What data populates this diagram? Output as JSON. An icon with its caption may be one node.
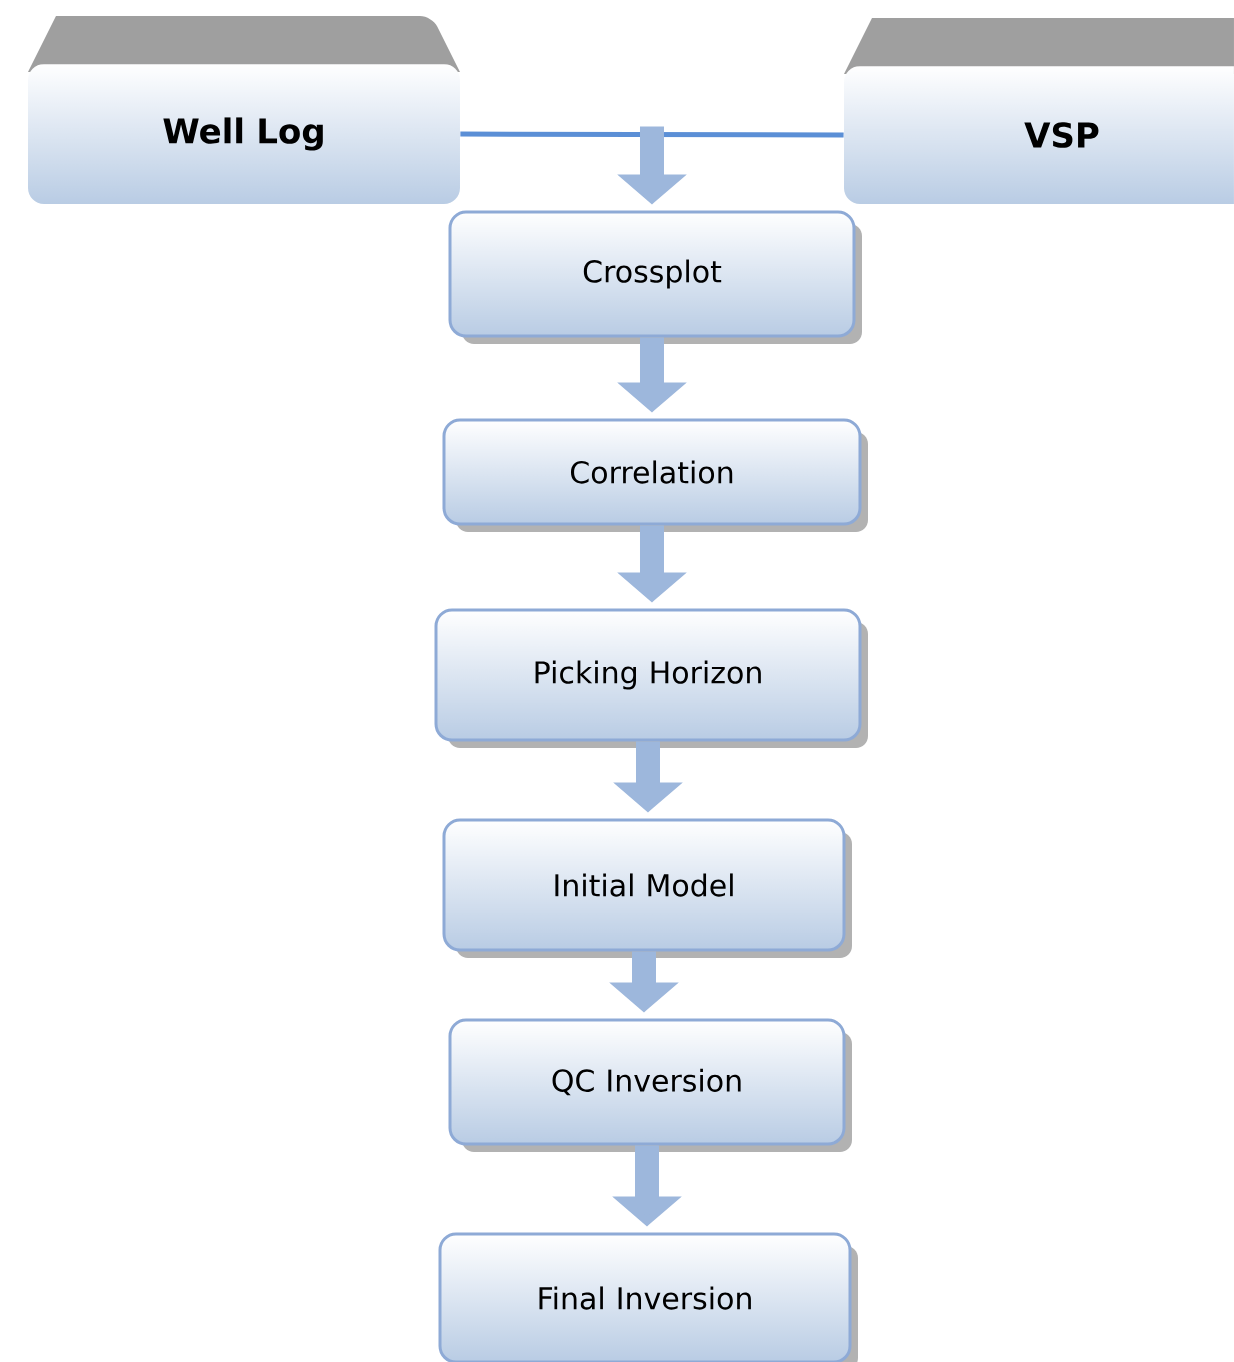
{
  "diagram": {
    "nodes": [
      {
        "text": [
          "Well Log"
        ]
      },
      {
        "text": [
          "VSP"
        ]
      },
      {
        "text": [
          "Crossplot"
        ]
      },
      {
        "text": [
          "Correlation"
        ]
      },
      {
        "text": [
          "Picking Horizon"
        ]
      },
      {
        "text": [
          "Initial Model"
        ]
      },
      {
        "text": [
          "QC Inversion"
        ]
      },
      {
        "text": [
          "Final Inversion"
        ]
      }
    ],
    "edges": [
      {
        "from": 0,
        "to": 1,
        "arrow": "none",
        "color": "#5b8fd6"
      },
      {
        "from": null,
        "to": 2,
        "arrow": "to"
      },
      {
        "from": 2,
        "to": 3,
        "arrow": "to"
      },
      {
        "from": 3,
        "to": 4,
        "arrow": "to"
      },
      {
        "from": 4,
        "to": 5,
        "arrow": "to"
      },
      {
        "from": 5,
        "to": 6,
        "arrow": "to"
      },
      {
        "from": 6,
        "to": 7,
        "arrow": "to"
      }
    ]
  }
}
